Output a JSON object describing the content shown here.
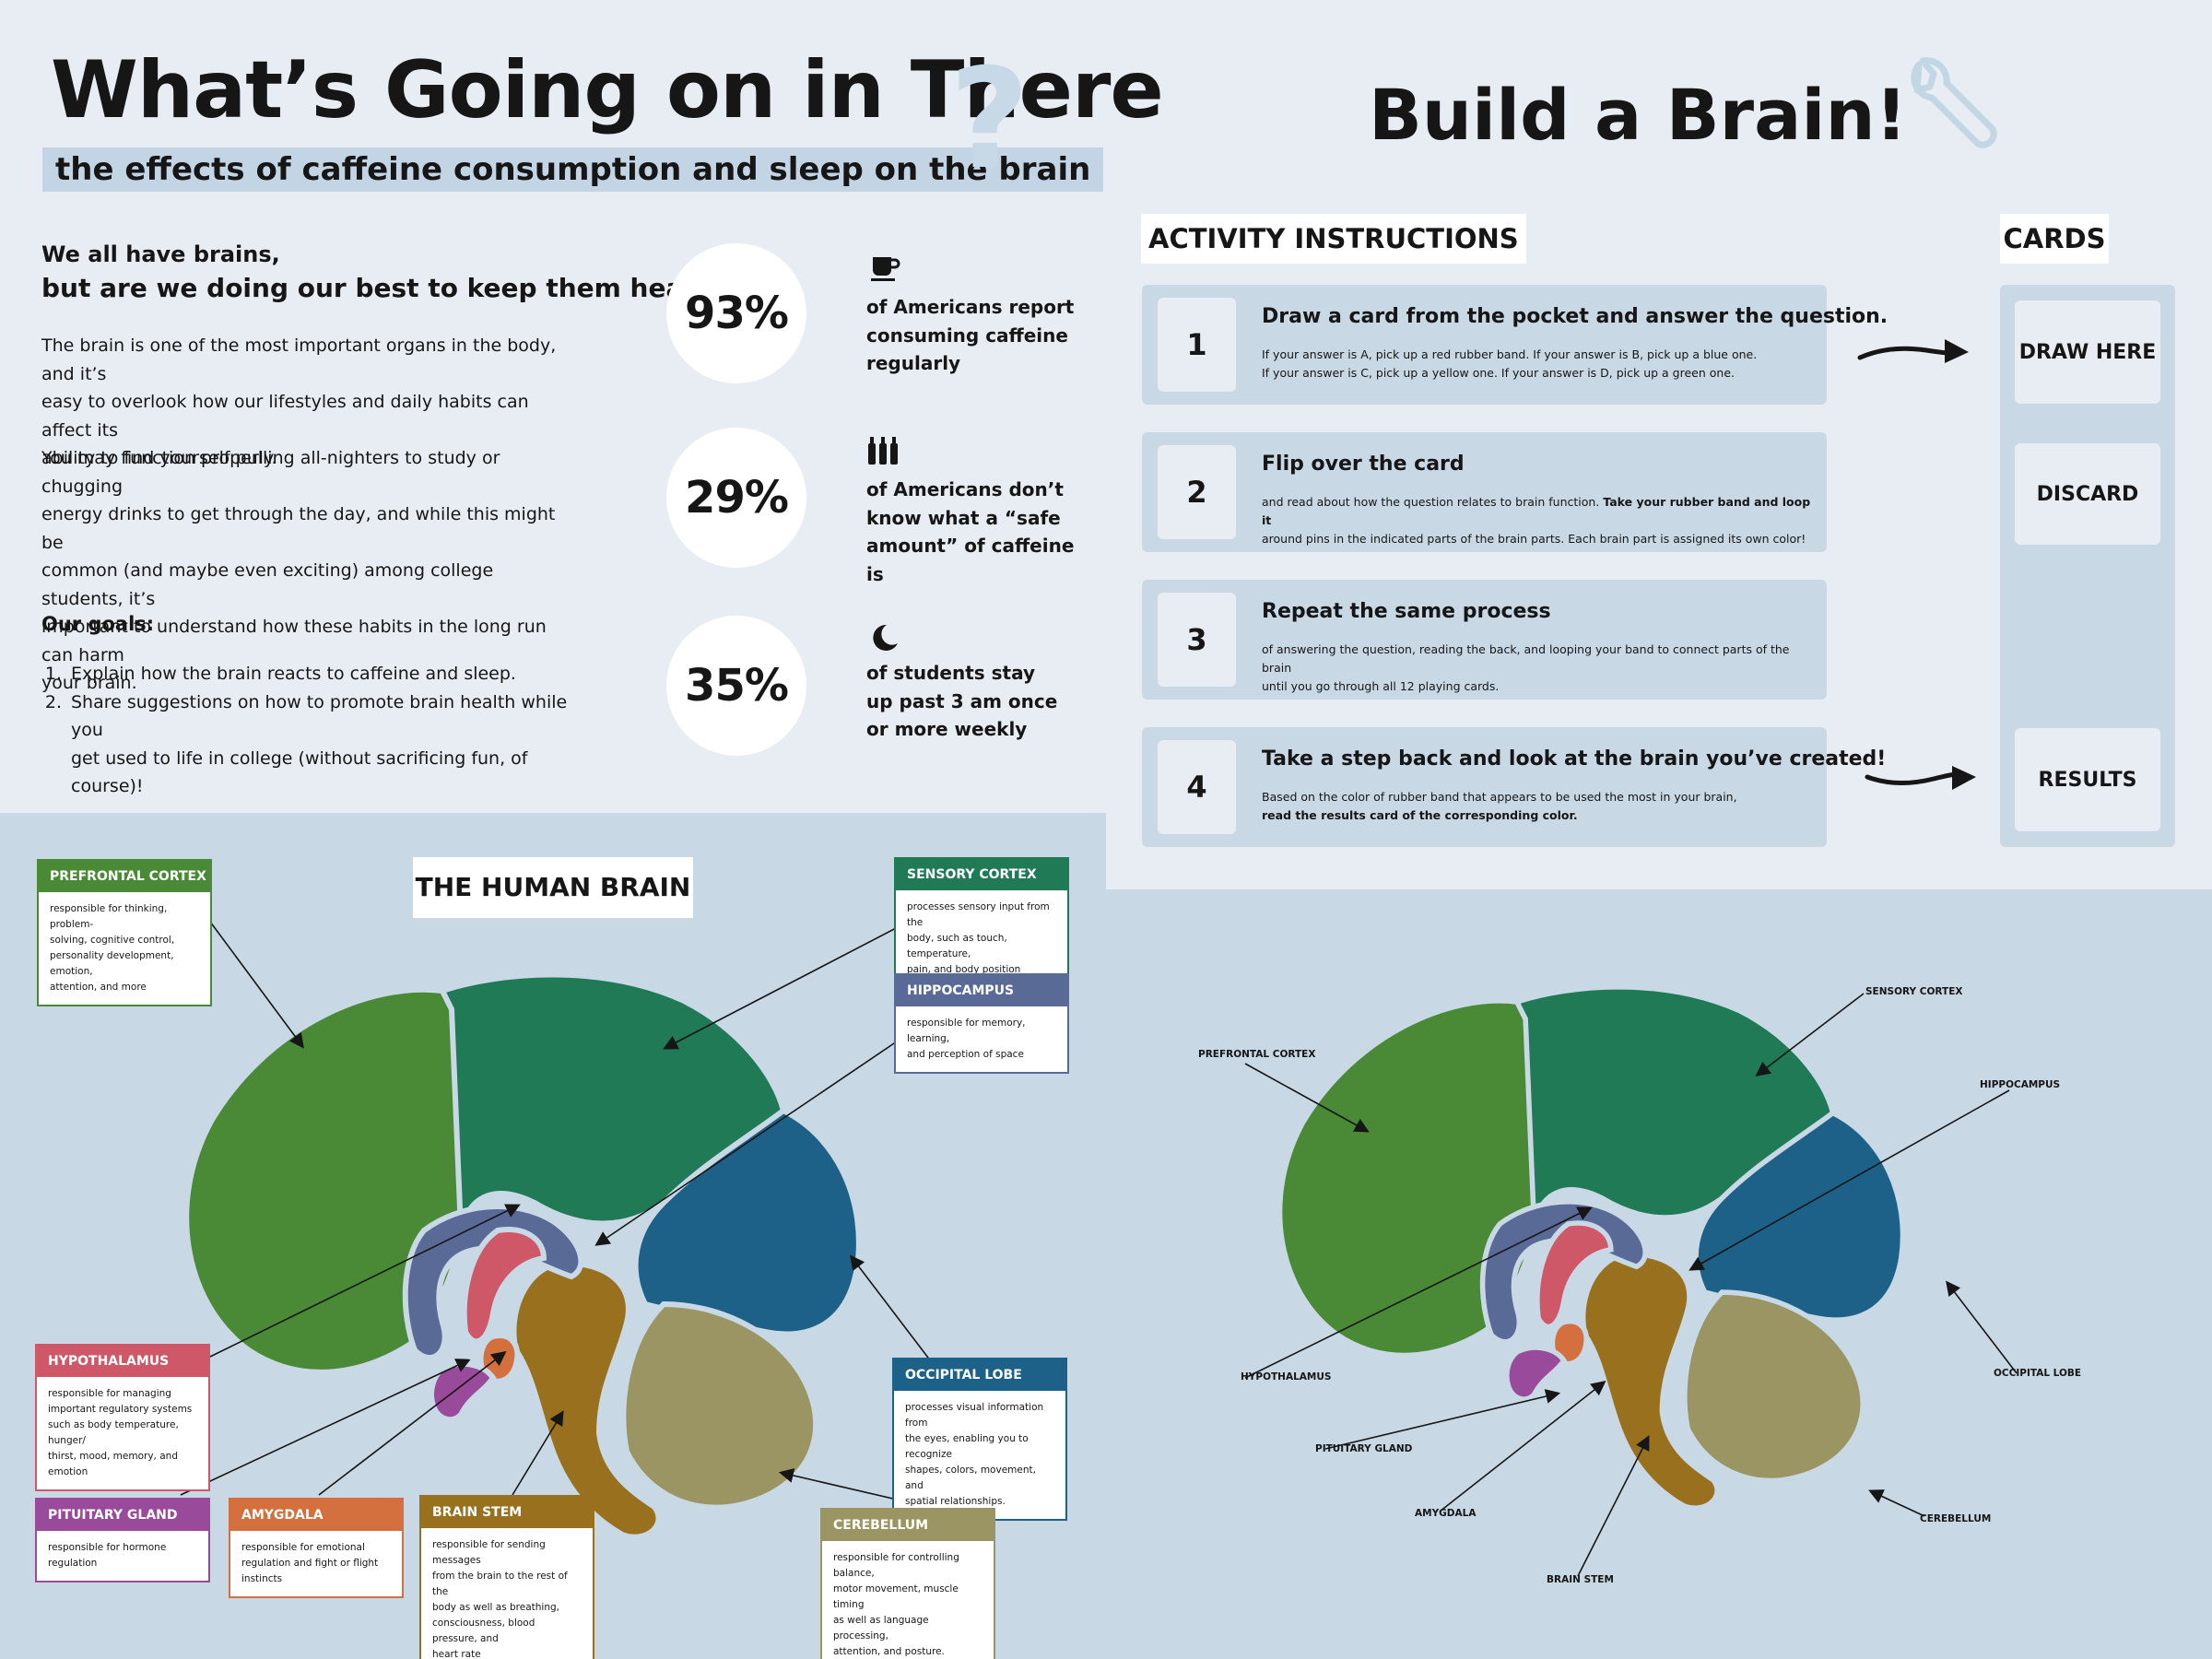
{
  "colors": {
    "prefrontal": "#4a8a36",
    "sensory": "#1f7a55",
    "occipital": "#1e6188",
    "hippocampus": "#5a6a96",
    "hypothalamus": "#cf5868",
    "pituitary": "#9a4a9a",
    "amygdala": "#d3703e",
    "brainstem": "#98701e",
    "cerebellum": "#9a9562",
    "panel_dark": "#c8d8e5",
    "panel_light": "#e8edf3"
  },
  "header": {
    "title": "What’s Going on in There",
    "subtitle": "the effects of caffeine consumption and sleep on the brain",
    "question_mark": "?"
  },
  "intro": {
    "lead1": "We all have brains,",
    "lead2": "but are we doing our best to keep them healthy?",
    "para1": [
      "The brain is one of the most important organs in the body, and it’s",
      "easy to overlook how our lifestyles and daily habits can affect its",
      "ability to function properly."
    ],
    "para2": [
      "You may find yourself pulling all-nighters to study or chugging",
      "energy drinks to get through the day, and while this might be",
      "common (and maybe even exciting) among college students, it’s",
      "important to understand how these habits in the long run can harm",
      "your brain."
    ],
    "goals_heading": "Our goals:",
    "goals": [
      {
        "num": "1.",
        "lines": [
          "Explain how the brain reacts to caffeine and sleep."
        ]
      },
      {
        "num": "2.",
        "lines": [
          "Share suggestions on how to promote brain health while you",
          "get used to life in college (without sacrificing fun, of course)!"
        ]
      }
    ]
  },
  "stats": [
    {
      "value": "93%",
      "icon": "coffee-cup-icon",
      "lines": [
        "of Americans report",
        "consuming caffeine",
        "regularly"
      ]
    },
    {
      "value": "29%",
      "icon": "bottles-icon",
      "lines": [
        "of Americans don’t",
        "know what a “safe",
        "amount” of caffeine is"
      ]
    },
    {
      "value": "35%",
      "icon": "moon-icon",
      "lines": [
        "of students stay",
        "up past 3 am once",
        "or more weekly"
      ]
    }
  ],
  "build": {
    "title": "Build a Brain!",
    "instructions_heading": "ACTIVITY INSTRUCTIONS",
    "cards_heading": "CARDS",
    "steps": [
      {
        "num": "1",
        "title": "Draw a card from the pocket and answer the question.",
        "lines": [
          "If your answer is A, pick up a red rubber band. If your answer is B, pick up a blue one.",
          "If your answer is C, pick up a yellow one. If your answer is D, pick up a green one."
        ]
      },
      {
        "num": "2",
        "title": "Flip over the card",
        "lines": [
          "and read about how the question relates to brain function.",
          "around pins in the indicated parts of the brain parts. Each brain part is assigned its own color!"
        ],
        "bold": "Take your rubber band and loop it"
      },
      {
        "num": "3",
        "title": "Repeat the same process",
        "lines": [
          " of answering the question, reading the back, and looping your band to connect parts of the brain",
          "until you go through all 12 playing cards."
        ]
      },
      {
        "num": "4",
        "title": "Take a step back and look at the brain you’ve created!",
        "lines": [
          "Based on the color of rubber band that appears to be used the most in your brain,",
          "read the results card of the corresponding color."
        ]
      }
    ],
    "cards": {
      "draw": "DRAW HERE",
      "discard": "DISCARD",
      "results": "RESULTS"
    }
  },
  "human_brain": {
    "heading": "THE HUMAN BRAIN",
    "labels": [
      {
        "key": "prefrontal",
        "title": "PREFRONTAL CORTEX",
        "lines": [
          "responsible for thinking, problem-",
          "solving, cognitive control,",
          "personality development, emotion,",
          "attention, and more"
        ]
      },
      {
        "key": "sensory",
        "title": "SENSORY CORTEX",
        "lines": [
          "processes sensory input from the",
          "body, such as touch, temperature,",
          "pain, and body position"
        ]
      },
      {
        "key": "hippocampus",
        "title": "HIPPOCAMPUS",
        "lines": [
          "responsible for memory, learning,",
          "and perception of space"
        ]
      },
      {
        "key": "hypothalamus",
        "title": "HYPOTHALAMUS",
        "lines": [
          "responsible for managing",
          "important regulatory systems",
          "such as body temperature, hunger/",
          "thirst, mood, memory, and emotion"
        ]
      },
      {
        "key": "occipital",
        "title": "OCCIPITAL LOBE",
        "lines": [
          "processes visual information from",
          "the eyes, enabling you to recognize",
          "shapes, colors, movement, and",
          "spatial relationships."
        ]
      },
      {
        "key": "pituitary",
        "title": "PITUITARY GLAND",
        "lines": [
          "responsible for hormone regulation"
        ]
      },
      {
        "key": "amygdala",
        "title": "AMYGDALA",
        "lines": [
          "responsible for emotional",
          "regulation and fight or flight",
          "instincts"
        ]
      },
      {
        "key": "brainstem",
        "title": "BRAIN STEM",
        "lines": [
          "responsible for sending messages",
          "from the brain to the rest of the",
          "body as well as breathing,",
          "consciousness, blood pressure, and",
          "heart rate"
        ]
      },
      {
        "key": "cerebellum",
        "title": "CEREBELLUM",
        "lines": [
          "responsible for controlling balance,",
          "motor movement, muscle timing",
          "as well as language processing,",
          "attention, and posture."
        ]
      }
    ]
  },
  "right_brain_labels": {
    "prefrontal": "PREFRONTAL CORTEX",
    "sensory": "SENSORY CORTEX",
    "hippocampus": "HIPPOCAMPUS",
    "hypothalamus": "HYPOTHALAMUS",
    "occipital": "OCCIPITAL LOBE",
    "pituitary": "PITUITARY GLAND",
    "amygdala": "AMYGDALA",
    "cerebellum": "CEREBELLUM",
    "brainstem": "BRAIN STEM"
  }
}
